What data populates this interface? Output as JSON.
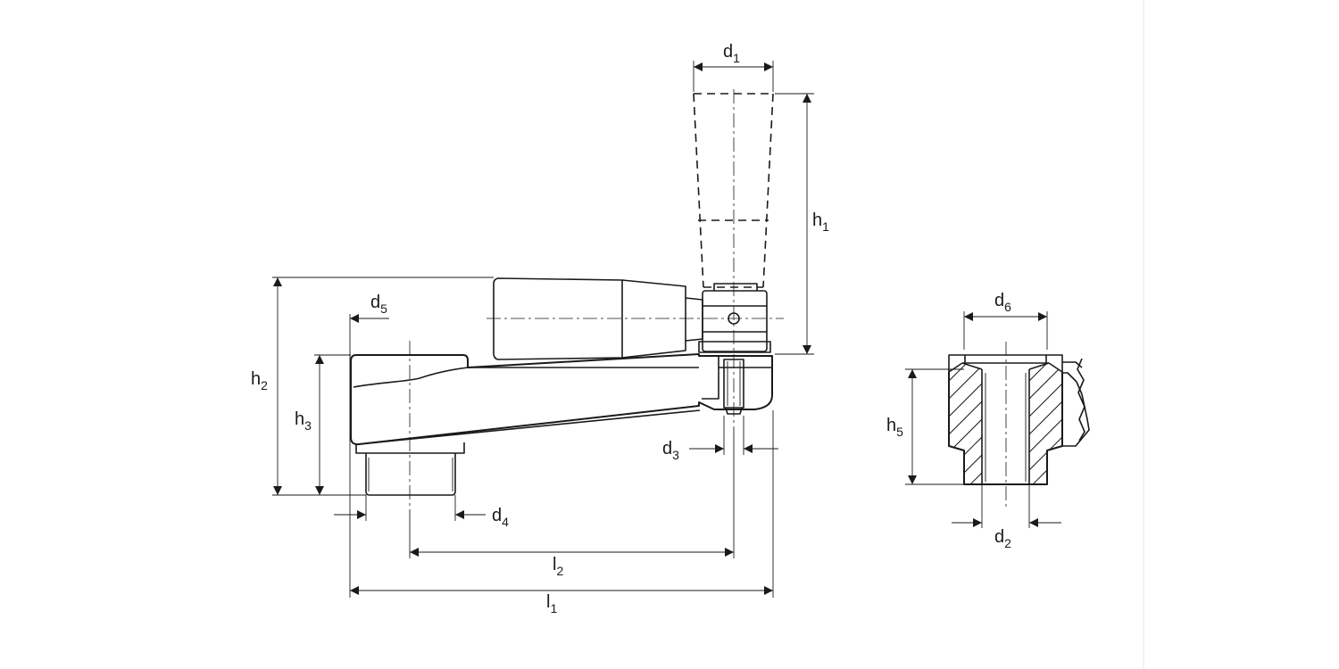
{
  "labels": {
    "d1": {
      "base": "d",
      "sub": "1"
    },
    "d2": {
      "base": "d",
      "sub": "2"
    },
    "d3": {
      "base": "d",
      "sub": "3"
    },
    "d4": {
      "base": "d",
      "sub": "4"
    },
    "d5": {
      "base": "d",
      "sub": "5"
    },
    "d6": {
      "base": "d",
      "sub": "6"
    },
    "h1": {
      "base": "h",
      "sub": "1"
    },
    "h2": {
      "base": "h",
      "sub": "2"
    },
    "h3": {
      "base": "h",
      "sub": "3"
    },
    "h5": {
      "base": "h",
      "sub": "5"
    },
    "l1": {
      "base": "l",
      "sub": "1"
    },
    "l2": {
      "base": "l",
      "sub": "2"
    }
  },
  "colors": {
    "line": "#1a1a1a",
    "background": "#ffffff"
  }
}
